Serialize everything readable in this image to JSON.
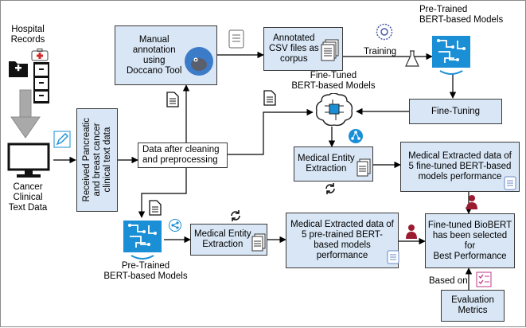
{
  "colors": {
    "box_fill": "#d8e6f5",
    "box_border": "#3a3a3a",
    "arrow": "#000000",
    "icon_blue": "#1a8fd6",
    "icon_red": "#9b1b30"
  },
  "hospital_records": "Hospital\nRecords",
  "cancer_text": "Cancer\nClinical\nText Data",
  "received_box": "Received Pancreatic\nand breast cancer\nclinical text data",
  "manual_box": "Manual\nannotation\nusing\nDoccano Tool",
  "annotated_box": "Annotated\nCSV files as\ncorpus",
  "pretrained_top": "Pre-Trained\nBERT-based Models",
  "training_label": "Training",
  "finetuned_label": "Fine-Tuned\nBERT-based Models",
  "finetuning_box": "Fine-Tuning",
  "data_clean_box": "Data after cleaning\nand  preprocessing",
  "medical_entity_top": "Medical Entity\nExtraction",
  "finetuned_perf_box": "Medical Extracted data of\n5 fine-tuned BERT-based\nmodels performance",
  "pretrained_bottom": "Pre-Trained\nBERT-based Models",
  "medical_entity_bottom": "Medical Entity\nExtraction",
  "pretrained_perf_box": "Medical Extracted data of\n5 pre-trained BERT-\nbased models\nperformance",
  "biobert_box": "Fine-tuned BioBERT\nhas been selected\nfor\nBest Performance",
  "based_on_label": "Based on",
  "eval_box": "Evaluation\nMetrics"
}
